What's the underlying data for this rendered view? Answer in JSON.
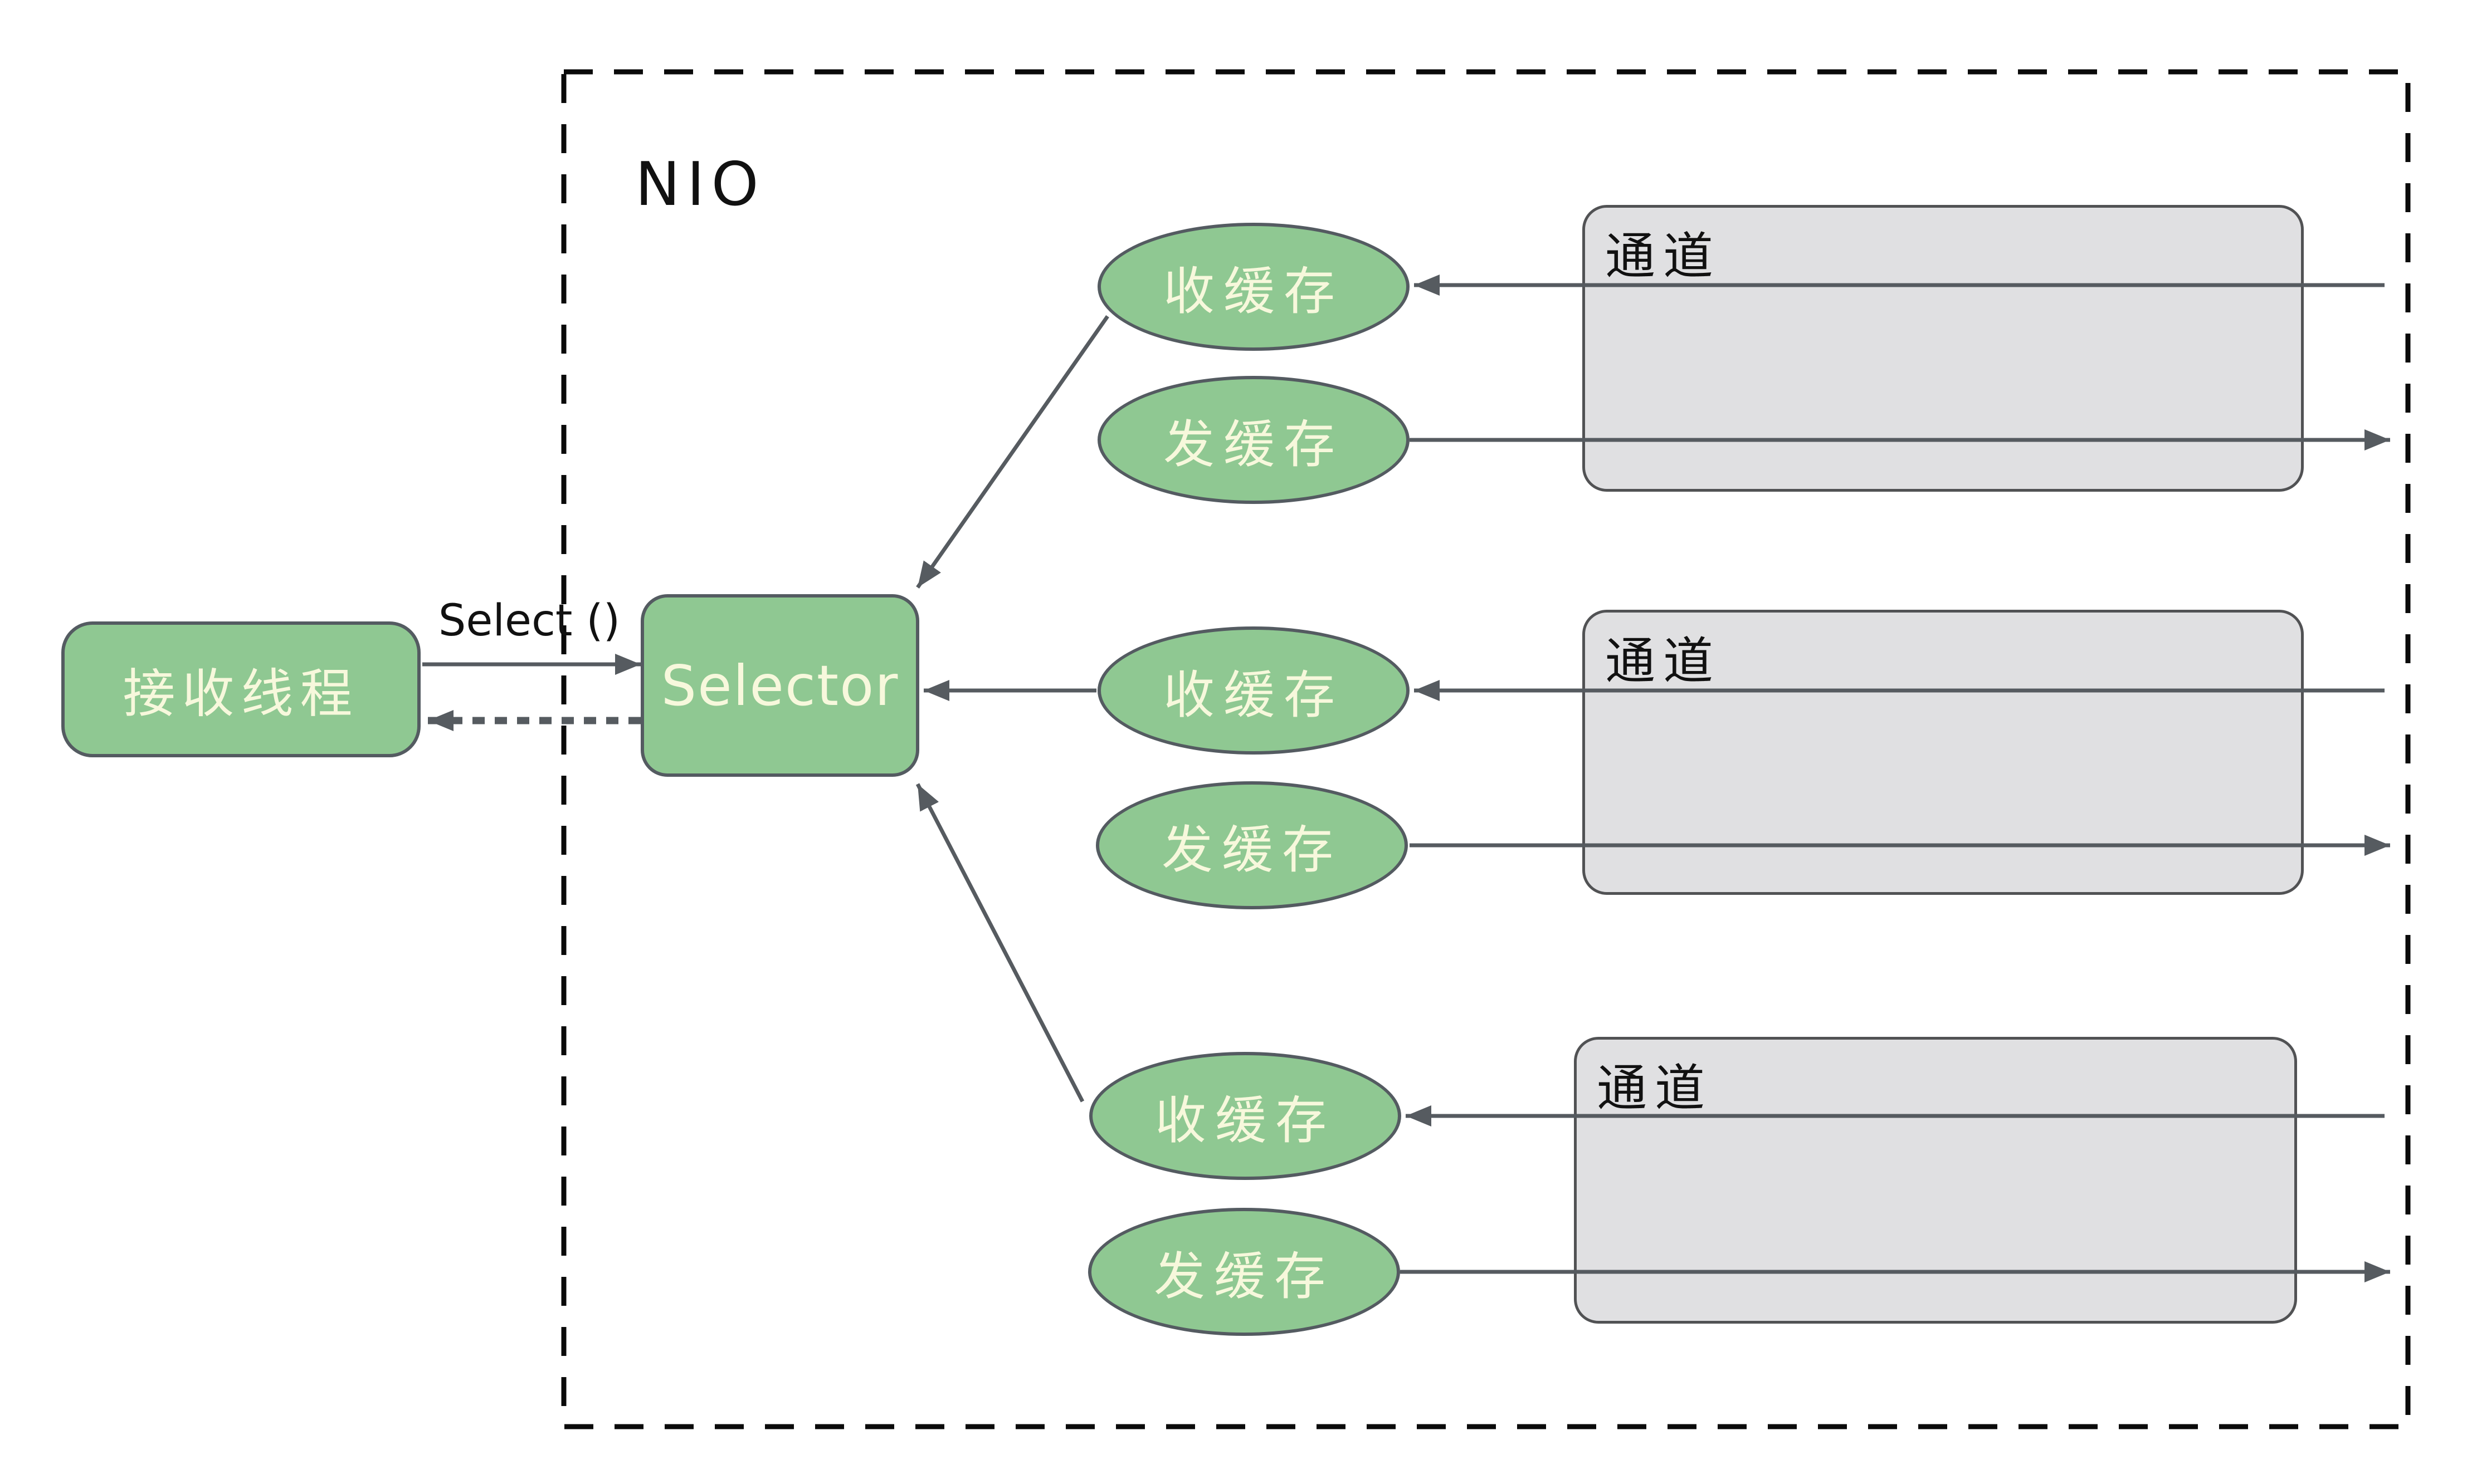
{
  "diagram": {
    "container_label": "NIO",
    "receiver": {
      "label": "接收线程"
    },
    "select_call": {
      "label": "Select ()"
    },
    "selector": {
      "label": "Selector"
    },
    "groups": [
      {
        "receive_buffer_label": "收缓存",
        "send_buffer_label": "发缓存",
        "channel_label": "通道"
      },
      {
        "receive_buffer_label": "收缓存",
        "send_buffer_label": "发缓存",
        "channel_label": "通道"
      },
      {
        "receive_buffer_label": "收缓存",
        "send_buffer_label": "发缓存",
        "channel_label": "通道"
      }
    ],
    "colors": {
      "node_fill": "#8FC892",
      "node_border": "#545B61",
      "node_text": "#F7F8DC",
      "channel_fill": "#E0E0E2",
      "channel_border": "#515254",
      "line": "#565B60",
      "dashed_border": "#0A0A0A",
      "label_text": "#111111",
      "background": "#FFFFFF"
    }
  }
}
